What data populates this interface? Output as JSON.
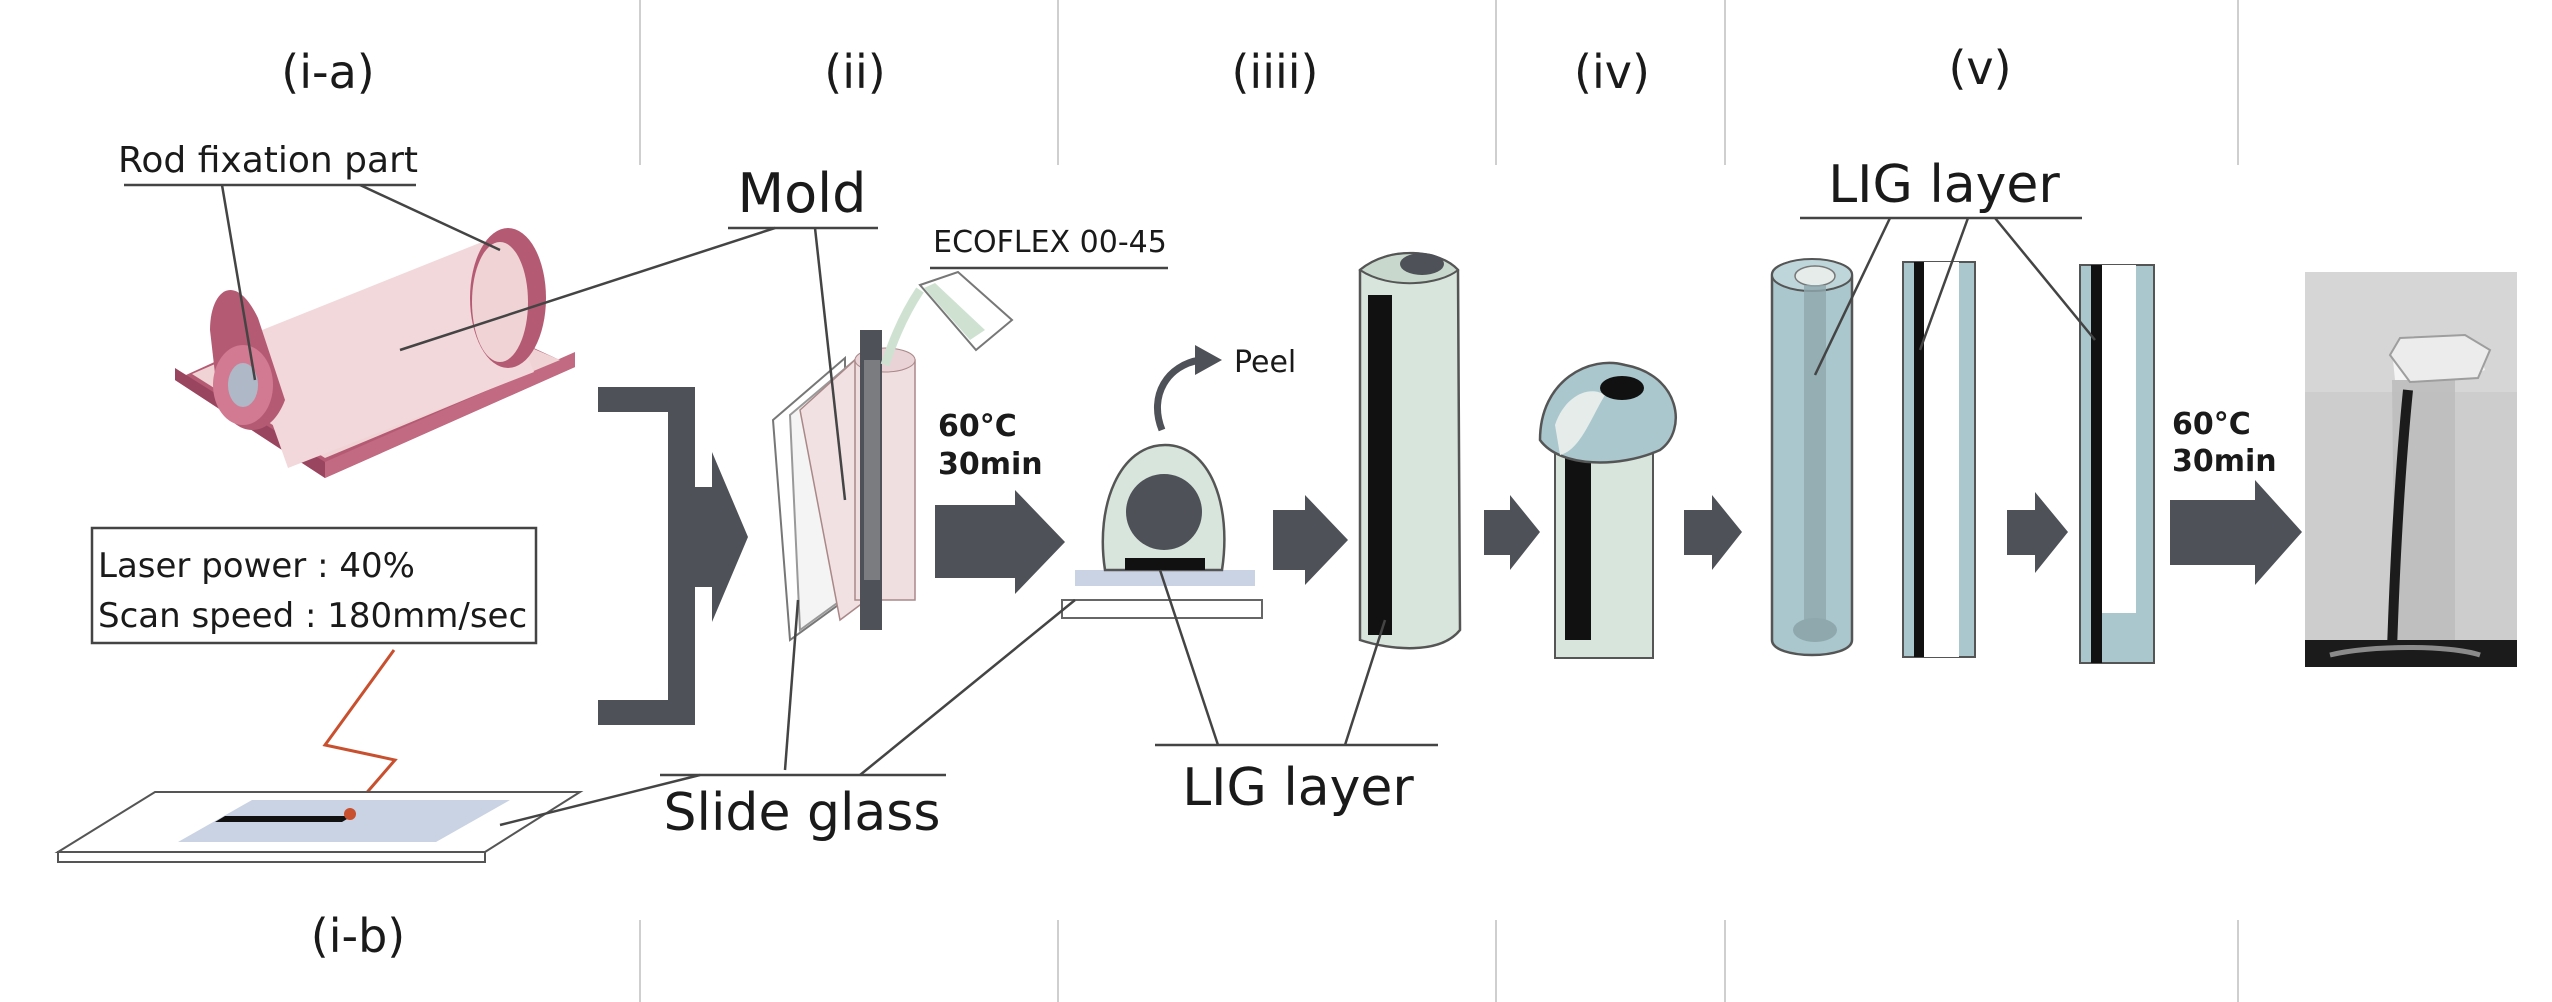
{
  "steps": {
    "i_a": "(i-a)",
    "ii": "(ii)",
    "iiii": "(iiii)",
    "iv": "(iv)",
    "v": "(v)",
    "i_b": "(i-b)"
  },
  "labels": {
    "rod_fixation": "Rod fixation part",
    "mold": "Mold",
    "ecoflex": "ECOFLEX 00-45",
    "peel": "Peel",
    "slide_glass": "Slide glass",
    "lig_layer_bottom": "LIG layer",
    "lig_layer_top": "LIG layer"
  },
  "laser": {
    "power": "Laser power :  40%",
    "speed": "Scan speed : 180mm/sec"
  },
  "cure_1": {
    "temp": "60°C",
    "time": "30min"
  },
  "cure_2": {
    "temp": "60°C",
    "time": "30min"
  },
  "colors": {
    "mold_pink": "#efd3d5",
    "mold_dark": "#b55a73",
    "ecoflex_green": "#d8e5dc",
    "tube_blue": "#a9c7cd",
    "glass_blue": "#c9d3e3",
    "arrow_gray": "#4e5157",
    "lig_black": "#111111",
    "laser_red": "#c8502e"
  }
}
